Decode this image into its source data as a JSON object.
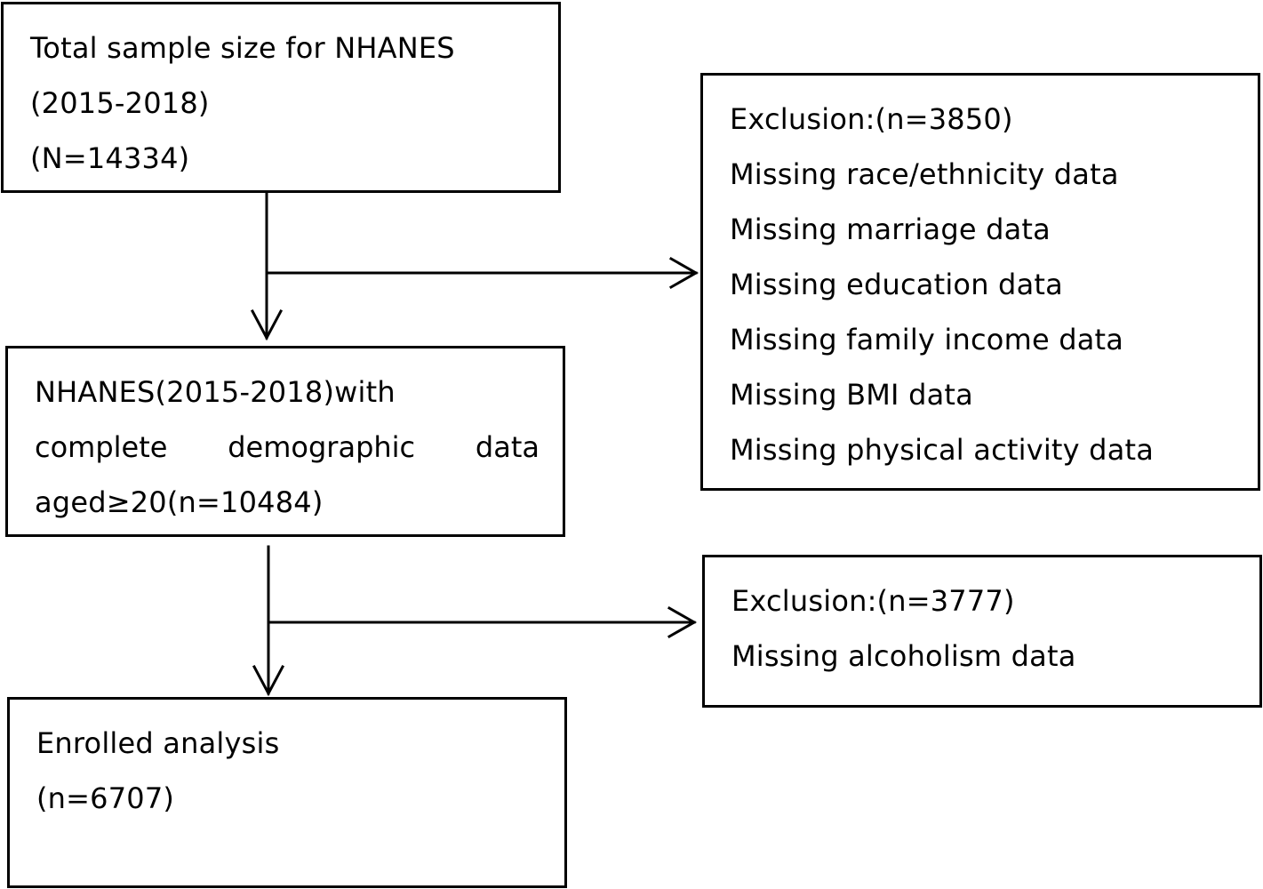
{
  "flowchart": {
    "total_box": {
      "lines": [
        "Total sample size for NHANES",
        "(2015-2018)",
        "(N=14334)"
      ]
    },
    "complete_box": {
      "line1": "NHANES(2015-2018)with",
      "line2_words": [
        "complete",
        "demographic",
        "data"
      ],
      "line3": "aged≥20(n=10484)"
    },
    "enrolled_box": {
      "lines": [
        "Enrolled analysis",
        "(n=6707)"
      ]
    },
    "exclusion_box_1": {
      "lines": [
        "Exclusion:(n=3850)",
        "Missing race/ethnicity data",
        "Missing marriage data",
        "Missing education data",
        "Missing family income data",
        "Missing BMI data",
        "Missing physical activity data"
      ]
    },
    "exclusion_box_2": {
      "lines": [
        "Exclusion:(n=3777)",
        "Missing alcoholism data"
      ]
    }
  }
}
